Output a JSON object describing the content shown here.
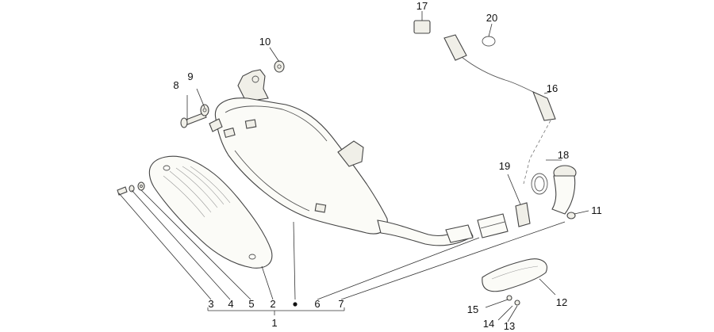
{
  "labels": {
    "p1": "1",
    "p2": "2",
    "p3": "3",
    "p4": "4",
    "p5": "5",
    "p6": "6",
    "p7": "7",
    "p8": "8",
    "p9": "9",
    "p10": "10",
    "p11": "11",
    "p12": "12",
    "p13": "13",
    "p14": "14",
    "p15": "15",
    "p16": "16",
    "p17": "17",
    "p18": "18",
    "p19": "19",
    "p20": "20"
  }
}
